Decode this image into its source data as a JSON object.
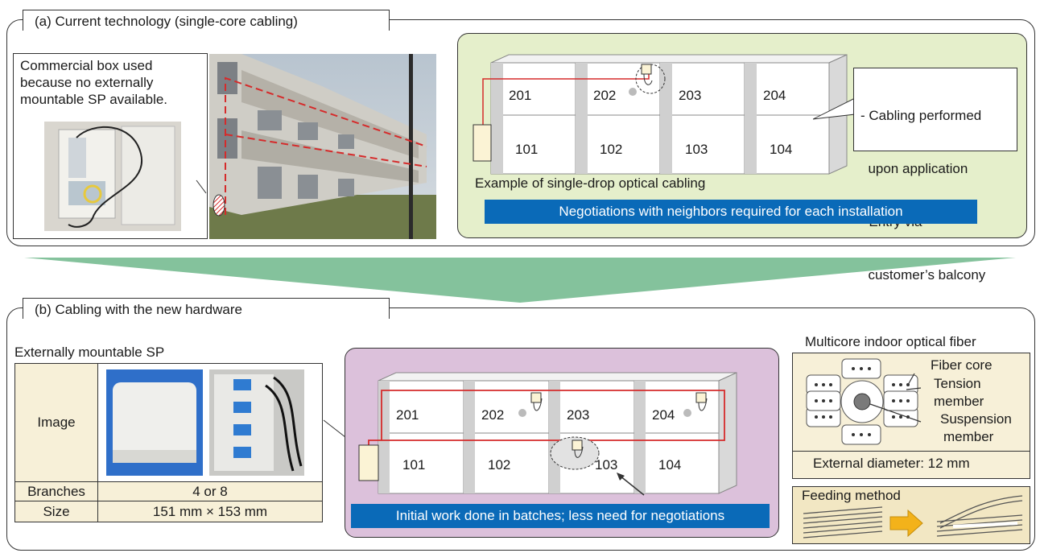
{
  "panel_a": {
    "title": "(a) Current technology (single-core cabling)",
    "commercial_box_note": [
      "Commercial box used",
      "because no externally",
      "mountable SP available."
    ],
    "diagram_units_top": [
      "201",
      "202",
      "203",
      "204"
    ],
    "diagram_units_bottom": [
      "101",
      "102",
      "103",
      "104"
    ],
    "notes": [
      "- Cabling performed",
      "  upon application",
      "- Entry via",
      "  customer’s balcony"
    ],
    "caption": "Example of single-drop optical cabling",
    "banner": "Negotiations with neighbors required for each installation",
    "colors": {
      "green_bg": "#e5efcb",
      "blue_bar": "#0a6ab8",
      "red_line": "#d52b2b"
    }
  },
  "panel_b": {
    "title": "(b) Cabling with the new hardware",
    "sp_title": "Externally mountable SP",
    "table": {
      "image_label": "Image",
      "branches_label": "Branches",
      "branches_value": "4 or 8",
      "size_label": "Size",
      "size_value": "151 mm × 153 mm"
    },
    "diagram_units_top": [
      "201",
      "202",
      "203",
      "204"
    ],
    "diagram_units_bottom": [
      "101",
      "102",
      "103",
      "104"
    ],
    "banner": "Initial work done in batches; less need for negotiations",
    "fiber": {
      "title": "Multicore indoor optical fiber",
      "labels": [
        "Fiber core",
        "Tension",
        "member",
        "Suspension",
        "member"
      ],
      "diameter": "External diameter: 12 mm"
    },
    "feeding": {
      "title": "Feeding method"
    },
    "colors": {
      "purple_bg": "#dcc1db",
      "cream": "#f7f0d8",
      "arrow": "#f3b21a"
    }
  }
}
